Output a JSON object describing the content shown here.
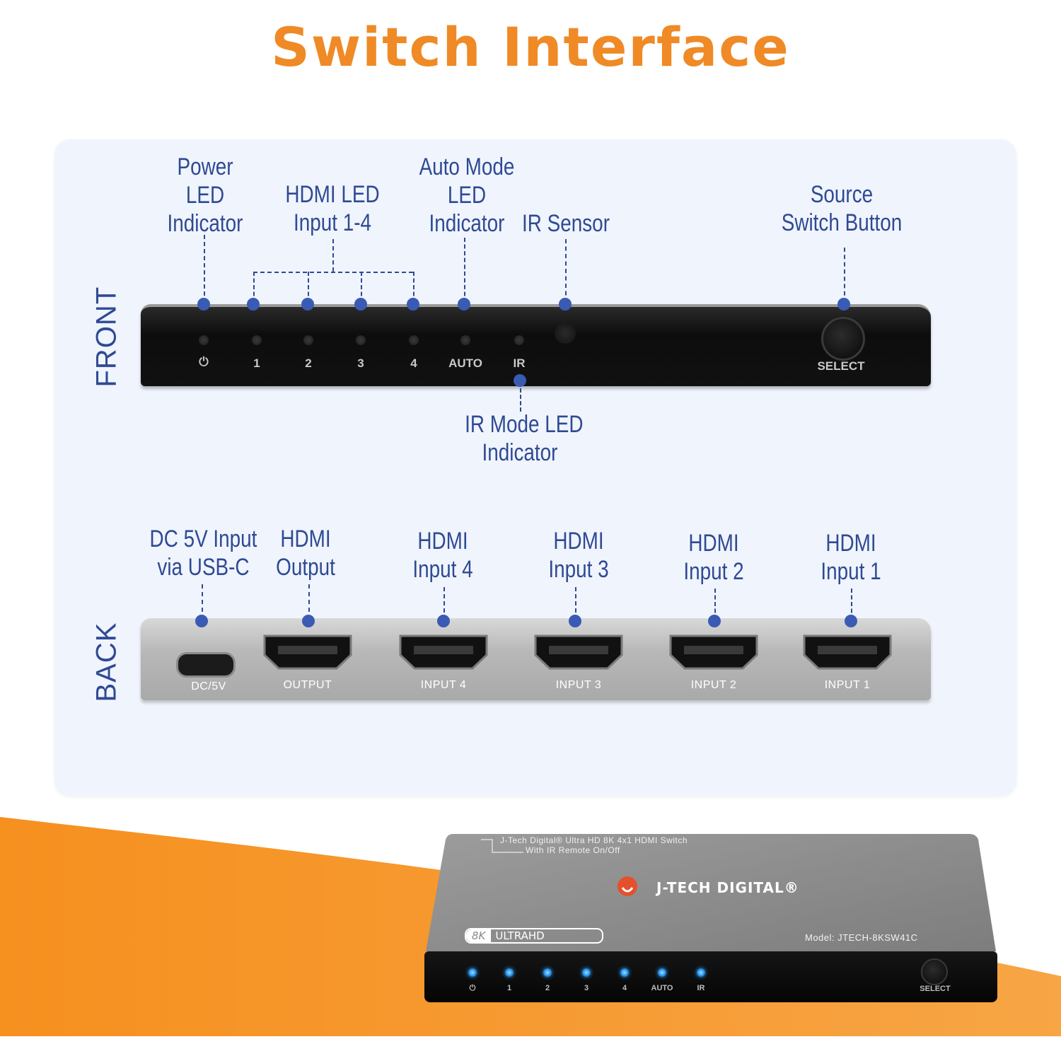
{
  "title": "Switch Interface",
  "side_labels": {
    "front": "FRONT",
    "back": "BACK"
  },
  "front_callouts": {
    "power": [
      "Power",
      "LED",
      "Indicator"
    ],
    "hdmi_led": [
      "HDMI LED",
      "Input 1-4"
    ],
    "auto_mode": [
      "Auto Mode",
      "LED",
      "Indicator"
    ],
    "ir_sensor": [
      "IR Sensor"
    ],
    "source_switch": [
      "Source",
      "Switch Button"
    ],
    "ir_mode": [
      "IR Mode LED",
      "Indicator"
    ]
  },
  "front_panel_labels": {
    "power_symbol": "⏻",
    "in1": "1",
    "in2": "2",
    "in3": "3",
    "in4": "4",
    "auto": "AUTO",
    "ir": "IR",
    "select": "SELECT"
  },
  "back_callouts": {
    "dc": [
      "DC 5V Input",
      "via USB-C"
    ],
    "output": [
      "HDMI",
      "Output"
    ],
    "in4": [
      "HDMI",
      "Input 4"
    ],
    "in3": [
      "HDMI",
      "Input 3"
    ],
    "in2": [
      "HDMI",
      "Input 2"
    ],
    "in1": [
      "HDMI",
      "Input 1"
    ]
  },
  "back_panel_labels": {
    "dc": "DC/5V",
    "output": "OUTPUT",
    "in4": "INPUT 4",
    "in3": "INPUT 3",
    "in2": "INPUT 2",
    "in1": "INPUT 1"
  },
  "product": {
    "top_line1": "J-Tech Digital® Ultra HD 8K 4x1 HDMI Switch",
    "top_line2": "With IR Remote On/Off",
    "brand": "J-TECH DIGITAL®",
    "badge_left": "8K",
    "badge_right": "ULTRAHD",
    "model": "Model: JTECH-8KSW41C",
    "front_labels": [
      "⏻",
      "1",
      "2",
      "3",
      "4",
      "AUTO",
      "IR"
    ],
    "select": "SELECT"
  },
  "colors": {
    "accent": "#ef8a26",
    "callout_blue": "#2f4a93",
    "panel_bg": "#f0f4fd",
    "led_blue": "#1e88e5"
  }
}
